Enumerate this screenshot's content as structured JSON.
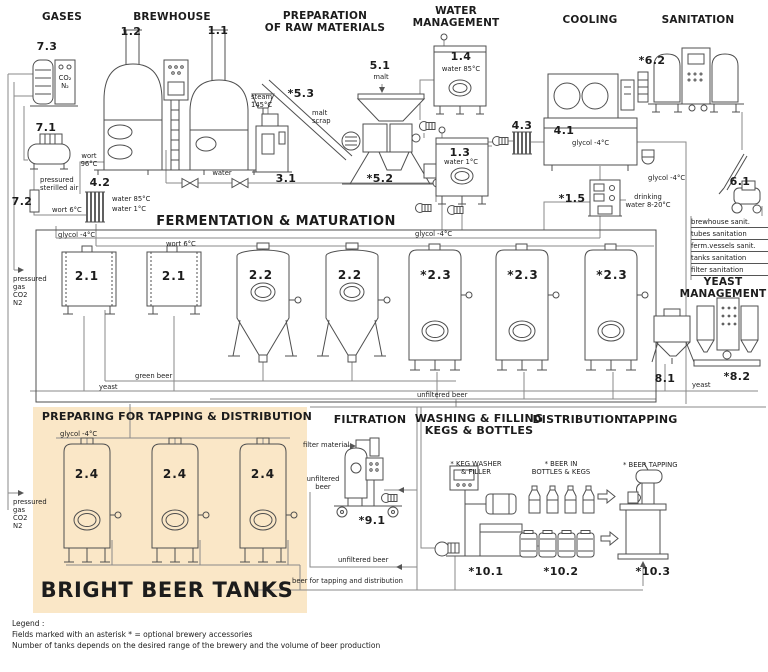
{
  "colors": {
    "highlight_bg": "#fae7c7",
    "pipe": "#8a8a8a",
    "equipment": "#4f4f4f",
    "text": "#1c1c1c"
  },
  "headers": {
    "gases": "GASES",
    "brewhouse": "BREWHOUSE",
    "raw_materials": "PREPARATION\nOF RAW MATERIALS",
    "water_management": "WATER\nMANAGEMENT",
    "cooling": "COOLING",
    "sanitation": "SANITATION",
    "fermentation": "FERMENTATION & MATURATION",
    "yeast_management": "YEAST\nMANAGEMENT",
    "tapping_prep": "PREPARING FOR TAPPING & DISTRIBUTION",
    "bright_beer": "BRIGHT BEER TANKS",
    "filtration": "FILTRATION",
    "washing_filling": "WASHING & FILLING\nKEGS & BOTTLES",
    "distribution": "DISTRIBUTION",
    "tapping": "TAPPING"
  },
  "equipment_ids": {
    "gas_station": "7.3",
    "air_compressor": "7.1",
    "air_filter": "7.2",
    "wort_cooler": "4.2",
    "mash_vessel": "1.2",
    "lauter_vessel": "1.1",
    "malt_conveyor": "*5.3",
    "steam_generator": "3.1",
    "malt_hopper": "5.1",
    "malt_mill": "*5.2",
    "hot_water_tank": "1.4",
    "ice_water_tank": "1.3",
    "glycol_exchanger": "4.3",
    "glycol_chiller": "4.1",
    "water_treatment": "*1.5",
    "cip_station": "*6.2",
    "mobile_sanitation": "6.1",
    "open_fermenter": "2.1",
    "conical_fermenter": "2.2",
    "maturation_tank": "*2.3",
    "yeast_vessel": "8.1",
    "yeast_station": "*8.2",
    "bright_beer_tank": "2.4",
    "beer_filter": "*9.1",
    "keg_washer_filler": "*10.1",
    "packaged_beer": "*10.2",
    "beer_tapping_unit": "*10.3"
  },
  "flow_labels": {
    "co2_n2": "CO₂\nN₂",
    "pressured_sterilled_air": "pressured\nsterilled air",
    "wort_96": "wort\n96°C",
    "wort_6": "wort 6°C",
    "water_85": "water 85°C",
    "water_1": "water 1°C",
    "steam_145": "steam\n145°C",
    "malt": "malt",
    "malt_scrap": "malt\nscrap",
    "water": "water",
    "glycol": "glycol -4°C",
    "drinking_water": "drinking\nwater 8-20°C",
    "pressured_gas": "pressured\ngas\nCO2\nN2",
    "green_beer": "green beer",
    "yeast": "yeast",
    "unfiltered_beer": "unfiltered beer",
    "unfiltered_beer_2": "unfiltered\nbeer",
    "filter_material": "filter material",
    "beer_for_tapping": "beer for tapping and distribution",
    "keg_washer": "* KEG WASHER\n& FILLER",
    "beer_in_bottles": "* BEER IN\nBOTTLES & KEGS",
    "beer_tapping": "* BEER TAPPING"
  },
  "sanitation_list": {
    "items": [
      "brewhouse sanit.",
      "tubes sanitation",
      "ferm.vessels sanit.",
      "tanks sanitation",
      "filter sanitation"
    ]
  },
  "legend": {
    "title": "Legend :",
    "line1": "Fields marked with an asterisk * = optional brewery accessories",
    "line2": "Number of tanks depends on the desired range of the brewery and the volume of beer production"
  }
}
